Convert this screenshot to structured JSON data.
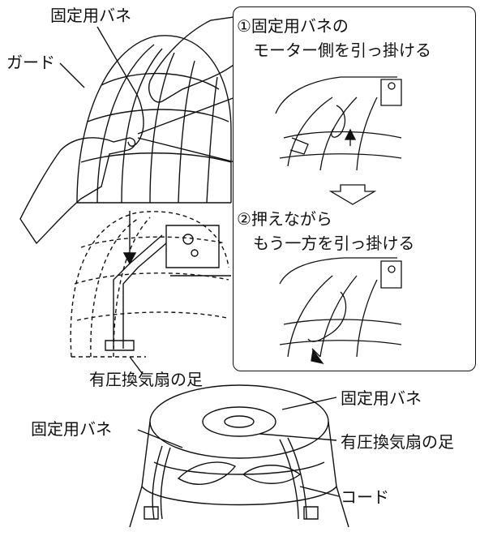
{
  "labels": {
    "spring_top": "固定用バネ",
    "guard": "ガード",
    "fan_leg_top": "有圧換気扇の足",
    "spring_bottom_right": "固定用バネ",
    "spring_bottom_left": "固定用バネ",
    "fan_leg_bottom": "有圧換気扇の足",
    "cord": "コード"
  },
  "steps": [
    {
      "line1": "①固定用バネの",
      "line2": "モーター側を引っ掛ける"
    },
    {
      "line1": "②押えながら",
      "line2": "もう一方を引っ掛ける"
    }
  ],
  "colors": {
    "line": "#111111",
    "background": "#ffffff"
  }
}
